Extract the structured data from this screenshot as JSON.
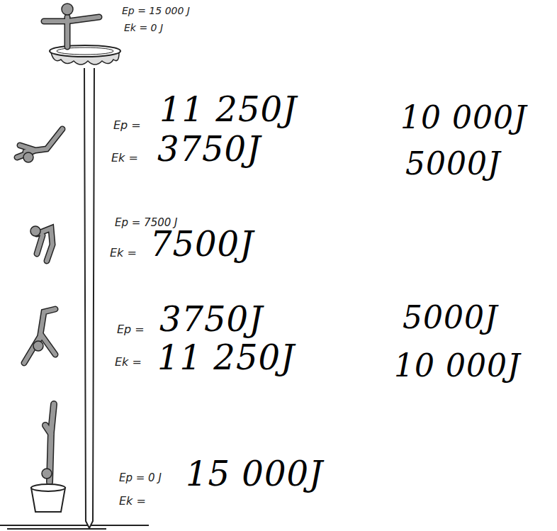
{
  "diagram": {
    "labels": [
      "Ep = 15 000 J",
      "Ek = 0 J",
      "Ep =",
      "11 250J",
      "Ek =",
      "3750J",
      "10 000J",
      "5000J",
      "Ep = 7500 J",
      "Ek =",
      "7500J",
      "Ep =",
      "3750J",
      "Ek =",
      "11 250J",
      "5000J",
      "10 000J",
      "Ep = 0 J",
      "Ek =",
      "15 000J"
    ]
  }
}
